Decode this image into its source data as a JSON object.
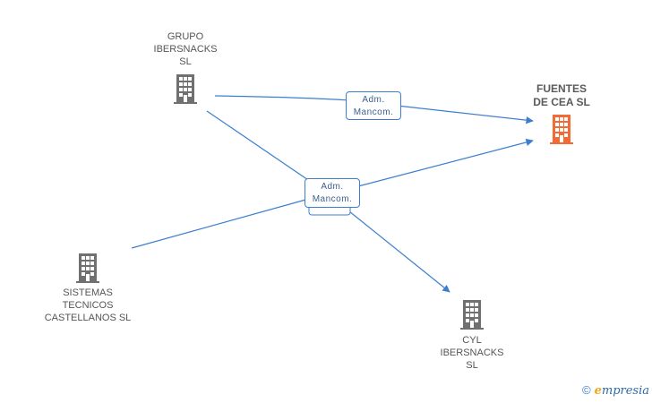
{
  "nodes": {
    "grupo": {
      "label": "GRUPO\nIBERSNACKS\nSL"
    },
    "fuentes": {
      "label": "FUENTES\nDE CEA  SL"
    },
    "sistemas": {
      "label": "SISTEMAS\nTECNICOS\nCASTELLANOS SL"
    },
    "cyl": {
      "label": "CYL\nIBERSNACKS\nSL"
    }
  },
  "edges": {
    "top_label": "Adm.\nMancom.",
    "mid_label": "Adm.\nMancom."
  },
  "colors": {
    "line": "#3d7fcf",
    "building_gray": "#707070",
    "building_highlight": "#f26a35"
  },
  "brand": {
    "copyright": "©",
    "e": "e",
    "rest": "mpresia"
  }
}
